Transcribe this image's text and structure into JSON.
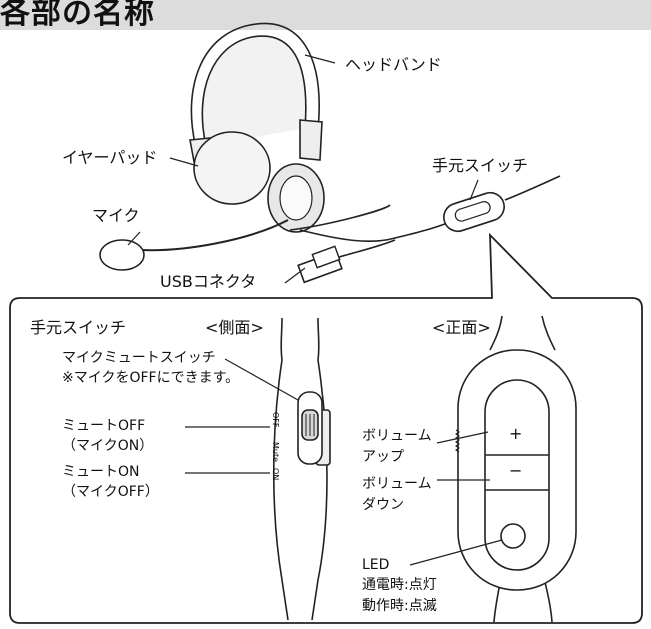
{
  "title": "各部の名称",
  "labels": {
    "headband": "ヘッドバンド",
    "earpad": "イヤーパッド",
    "mic": "マイク",
    "hand_switch": "手元スイッチ",
    "usb_connector": "USBコネクタ"
  },
  "detail": {
    "title": "手元スイッチ",
    "side_view": "<側面>",
    "front_view": "<正面>",
    "mute_switch": "マイクミュートスイッチ",
    "mute_note": "※マイクをOFFにできます。",
    "mute_off": "ミュートOFF",
    "mute_off_sub": "（マイクON）",
    "mute_on": "ミュートON",
    "mute_on_sub": "（マイクOFF）",
    "vol_up_1": "ボリューム",
    "vol_up_2": "アップ",
    "vol_down_1": "ボリューム",
    "vol_down_2": "ダウン",
    "led": "LED",
    "led_call": "通電時:点灯",
    "led_active": "動作時:点滅"
  },
  "switch_marks": {
    "off": "OFF",
    "mute": "Mute",
    "on": "ON",
    "plus": "+",
    "minus": "−"
  }
}
